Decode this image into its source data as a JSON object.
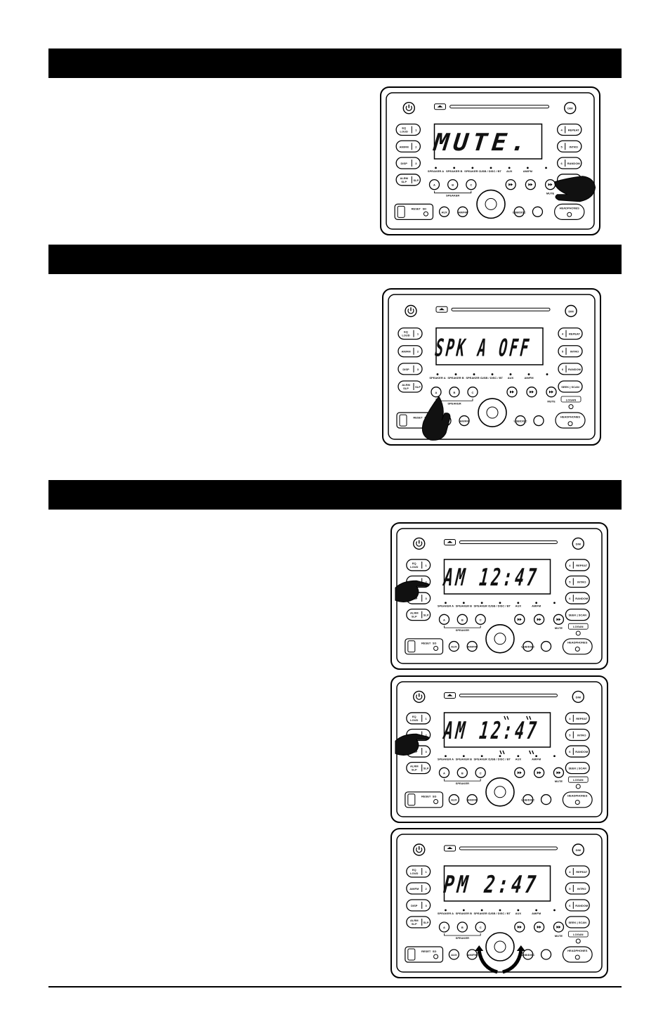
{
  "sections": [
    {
      "id": "mute"
    },
    {
      "id": "speaker"
    },
    {
      "id": "clock"
    }
  ],
  "radio": {
    "preset_buttons_left": [
      {
        "main": "EQ",
        "sub": "LOUD",
        "num": "1"
      },
      {
        "main": "AM/FM",
        "sub": "",
        "num": "2"
      },
      {
        "main": "DISP",
        "sub": "",
        "num": "3"
      },
      {
        "main": "ALRM",
        "sub": "SLP",
        "num": ""
      }
    ],
    "preset_buttons_right": [
      {
        "num": "4",
        "label": "REPEAT"
      },
      {
        "num": "5",
        "label": "INTRO"
      },
      {
        "num": "6",
        "label": "RANDOM"
      },
      {
        "num": "",
        "label": "SEEK | SCAN"
      }
    ],
    "indicator_labels": [
      "SPEAKER A",
      "SPEAKER B",
      "SPEAKER C",
      "USB / DISC / BT",
      "AUX",
      "AM/FM",
      ""
    ],
    "speaker_buttons": [
      "A",
      "B",
      "C"
    ],
    "speaker_group_label": "SPEAKER",
    "mute_label": "MUTE",
    "bottom_buttons": [
      "AUX",
      "AM/FM",
      "USB/DISC",
      "",
      "HEADPHONES"
    ],
    "top_right_button": "DIM",
    "reset_label": "RESET",
    "sd_label": "SD",
    "logo": "LOGAN"
  },
  "displays": [
    {
      "panel": "mute-panel",
      "text": "MUTE."
    },
    {
      "panel": "speaker-panel",
      "text": "SPK A OFF"
    },
    {
      "panel": "clock-panel-1",
      "text": "AM   12:47"
    },
    {
      "panel": "clock-panel-2",
      "text": "AM   12:47"
    },
    {
      "panel": "clock-panel-3",
      "text": "PM    2:47"
    }
  ]
}
